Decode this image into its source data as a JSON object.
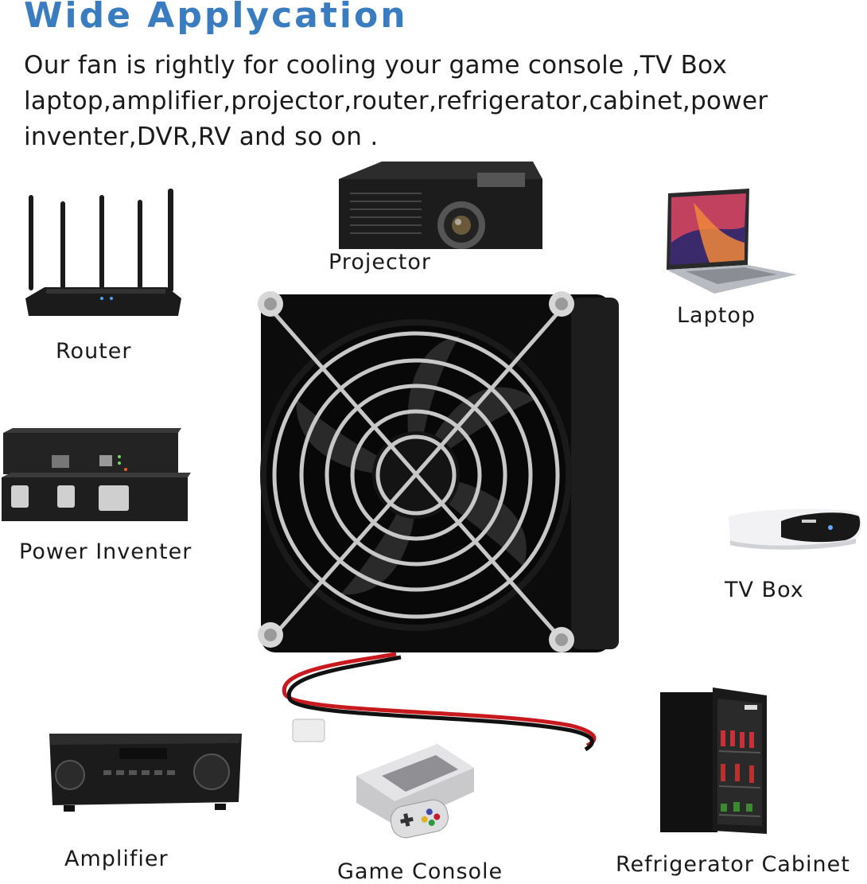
{
  "heading": "Wide Applycation",
  "description": "Our fan is rightly for cooling your game console ,TV Box laptop,amplifier,projector,router,refrigerator,cabinet,power inventer,DVR,RV and so on .",
  "devices": {
    "projector": "Projector",
    "laptop": "Laptop",
    "router": "Router",
    "power_inventer": "Power Inventer",
    "tv_box": "TV Box",
    "amplifier": "Amplifier",
    "game_console": "Game Console",
    "refrigerator_cabinet": "Refrigerator Cabinet"
  },
  "colors": {
    "heading": "#3a7cc0",
    "fan_body": "#111111",
    "grill": "#c8c8c8",
    "cable_red": "#c8191e"
  }
}
